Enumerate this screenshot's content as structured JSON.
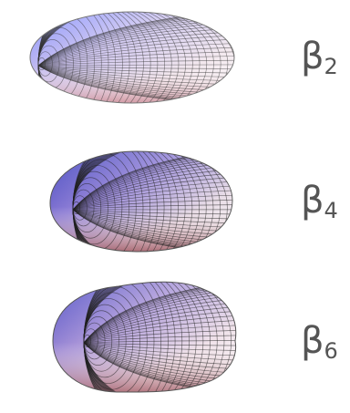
{
  "panels": [
    {
      "symbol": "β",
      "subscript": "2"
    },
    {
      "symbol": "β",
      "subscript": "4"
    },
    {
      "symbol": "β",
      "subscript": "6"
    }
  ]
}
